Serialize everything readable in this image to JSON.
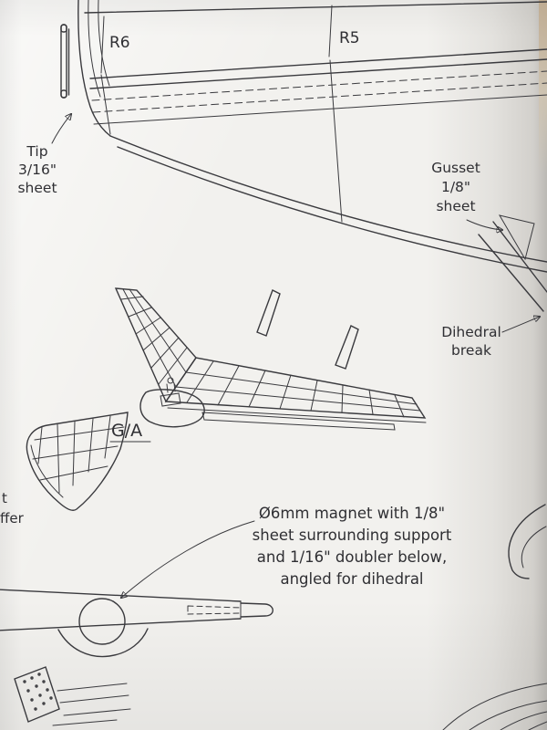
{
  "colors": {
    "ink": "#3a3a3e",
    "paper": "#f2f1ee",
    "page_edge": "#c0ab8f"
  },
  "plan": {
    "rib_label_r6": "R6",
    "rib_label_r5": "R5",
    "tip_label": {
      "line1": "Tip",
      "line2": "3/16\"",
      "line3": "sheet"
    },
    "gusset_label": {
      "line1": "Gusset",
      "line2": "1/8\"",
      "line3": "sheet"
    },
    "dihedral_label": {
      "line1": "Dihedral",
      "line2": "break"
    },
    "ga_label": "G/A",
    "magnet_note": {
      "line1": "Ø6mm magnet with 1/8\"",
      "line2": "sheet surrounding support",
      "line3": "and 1/16\" doubler below,",
      "line4": "angled for dihedral"
    },
    "left_edge_cut_text": {
      "line1": "t",
      "line2": "ffer"
    }
  }
}
